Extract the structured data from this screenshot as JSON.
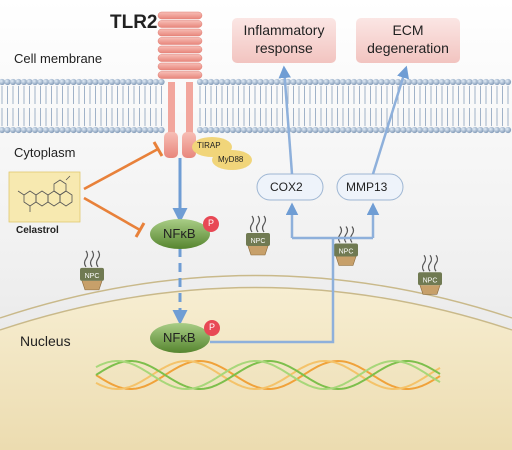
{
  "receptor": {
    "label": "TLR2"
  },
  "compartments": {
    "membrane": "Cell membrane",
    "cytoplasm": "Cytoplasm",
    "nucleus": "Nucleus"
  },
  "adaptors": {
    "tirap": "TIRAP",
    "myd88": "MyD88"
  },
  "drug": {
    "label": "Celastrol"
  },
  "transcription_factor": {
    "label": "NFκB",
    "phospho": "P"
  },
  "targets": {
    "cox2": "COX2",
    "mmp13": "MMP13"
  },
  "outcomes": {
    "inflammatory": {
      "line1": "Inflammatory",
      "line2": "response"
    },
    "ecm": {
      "line1": "ECM",
      "line2": "degeneration"
    }
  },
  "pore": {
    "label": "NPC"
  },
  "colors": {
    "activation_arrow": "#7ea8d8",
    "inhibition": "#e8813a",
    "outcome_box": "#f6d2d0",
    "receptor": "#f1a39a",
    "nfkb": "#6d9c46",
    "phospho": "#e84855",
    "nucleus": "#f6ecc9",
    "adaptor": "#f1d57a"
  }
}
